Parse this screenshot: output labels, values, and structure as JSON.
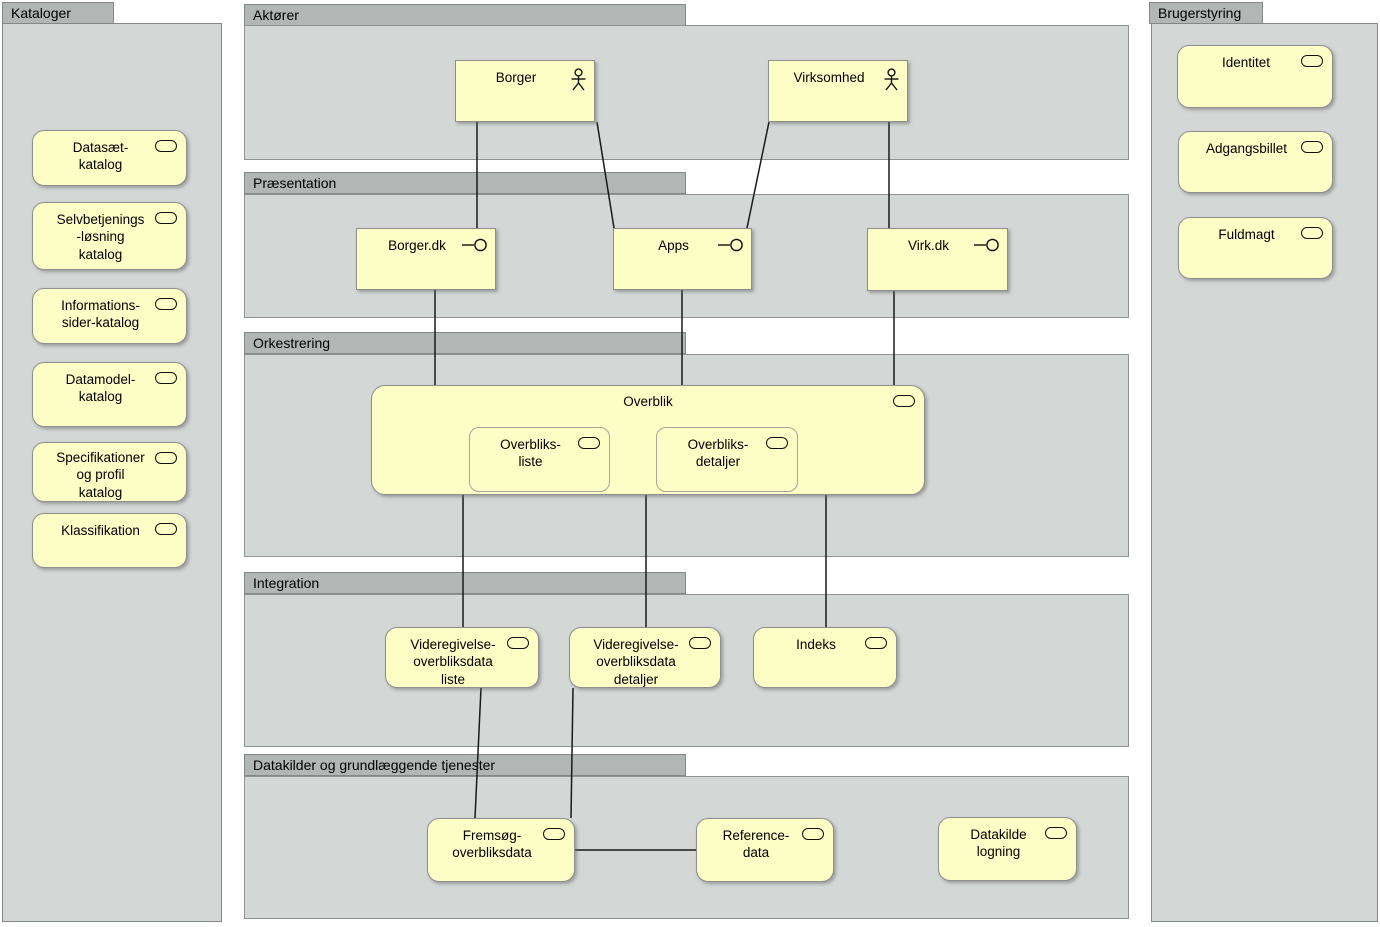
{
  "colors": {
    "node_fill": "#fdfdc6",
    "node_border": "#8f8f8f",
    "band_header": "#b2b6b5",
    "band_body": "#d3d7d6",
    "connector": "#1a1a1a"
  },
  "icons": {
    "service": "service-pill-icon",
    "actor": "actor-icon",
    "interface": "interface-lollipop-icon"
  },
  "left_group": {
    "title": "Kataloger",
    "boxes": [
      {
        "label": "Datasæt-\nkatalog"
      },
      {
        "label": "Selvbetjenings\n-løsning\nkatalog"
      },
      {
        "label": "Informations-\nsider-katalog"
      },
      {
        "label": "Datamodel-\nkatalog"
      },
      {
        "label": "Specifikationer\nog profil\nkatalog"
      },
      {
        "label": "Klassifikation"
      }
    ]
  },
  "right_group": {
    "title": "Brugerstyring",
    "boxes": [
      {
        "label": "Identitet"
      },
      {
        "label": "Adgangsbillet"
      },
      {
        "label": "Fuldmagt"
      }
    ]
  },
  "bands": [
    {
      "title": "Aktører"
    },
    {
      "title": "Præsentation"
    },
    {
      "title": "Orkestrering"
    },
    {
      "title": "Integration"
    },
    {
      "title": "Datakilder og grundlæggende tjenester"
    }
  ],
  "nodes": {
    "borger": {
      "label": "Borger"
    },
    "virksomhed": {
      "label": "Virksomhed"
    },
    "borgerdk": {
      "label": "Borger.dk"
    },
    "apps": {
      "label": "Apps"
    },
    "virkdk": {
      "label": "Virk.dk"
    },
    "overblik": {
      "label": "Overblik"
    },
    "overbliksliste": {
      "label": "Overbliks-\nliste"
    },
    "overbliksdetaljer": {
      "label": "Overbliks-\ndetaljer"
    },
    "videregivelseliste": {
      "label": "Videregivelse-\noverbliksdata\nliste"
    },
    "videregivelsedetaljer": {
      "label": "Videregivelse-\noverbliksdata\ndetaljer"
    },
    "indeks": {
      "label": "Indeks"
    },
    "fremsoeg": {
      "label": "Fremsøg-\noverbliksdata"
    },
    "referencedata": {
      "label": "Reference-\ndata"
    },
    "datakildelogning": {
      "label": "Datakilde\nlogning"
    }
  }
}
